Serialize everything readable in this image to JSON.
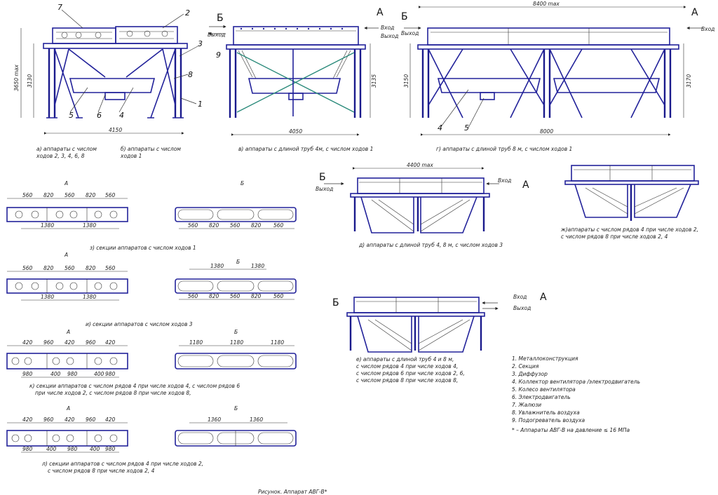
{
  "letters": {
    "a": "А",
    "b": "Б",
    "b_lower": "Б"
  },
  "flow": {
    "in": "Вход",
    "out": "Выход"
  },
  "captions": {
    "a_top": "а) аппараты с числом",
    "a_top2": "ходов 2, 3, 4, 6, 8",
    "b_top": "б) аппараты с числом",
    "b_top2": "ходов 1",
    "v_top": "в) аппараты с длиной труб 4м, с числом ходов 1",
    "g_top": "г) аппараты с длиной труб 8 м, с числом ходов 1",
    "d_mid": "д) аппараты с длиной труб 4, 8 м, с числом ходов 3",
    "zh_mid1": "ж)аппараты с числом рядов 4 при числе ходов 2,",
    "zh_mid2": "с числом рядов 8 при числе ходов 2, 4",
    "e_low1": "е) аппараты с длиной труб 4 и 8 м,",
    "e_low2": "с числом рядов 4 при числе ходов 4,",
    "e_low3": "с числом рядов 6 при числе ходов 2, 6,",
    "e_low4": "с числом рядов 8 при числе ходов 8,",
    "sec1": "з) секции аппаратов  с числом ходов 1",
    "sec3": "и) секции аппаратов  с числом ходов 3",
    "sec4a": "к) секции аппаратов   с числом рядов 4 при числе ходов 4, с числом рядов 6",
    "sec4b": "при числе ходов 2, с числом рядов 8 при числе ходов 8,",
    "sec5a": "л) секции аппаратов   с числом рядов 4 при числе ходов 2,",
    "sec5b": "с числом рядов 8 при числе ходов 2, 4",
    "figure": "Рисунок. Аппарат АВГ-В*"
  },
  "dims": {
    "d3650": "3650 max",
    "d3130": "3130",
    "d4150": "4150",
    "d4050": "4050",
    "d3135": "3135",
    "d8400": "8400 max",
    "d3150": "3150",
    "d3170": "3170",
    "d8000": "8000",
    "d4400": "4400 max",
    "s560": "560",
    "s820": "820",
    "s1380": "1380",
    "s420": "420",
    "s960": "960",
    "s980": "980",
    "s400": "400",
    "s1180": "1180",
    "s1360": "1360"
  },
  "legend": [
    "1. Металлоконструкция",
    "2. Секция",
    "3. Диффузор",
    "4. Коллектор вентилятора /электродвигатель",
    "5. Колесо вентилятора",
    "6. Электродвигатель",
    "7. Жалюзи",
    "8. Увлажнитель воздуха",
    "9. Подогреватель воздуха"
  ],
  "note": "* – Аппараты АВГ-В на давление ≤ 16 МПа",
  "callouts": [
    "1",
    "2",
    "3",
    "4",
    "5",
    "6",
    "7",
    "8",
    "9"
  ]
}
